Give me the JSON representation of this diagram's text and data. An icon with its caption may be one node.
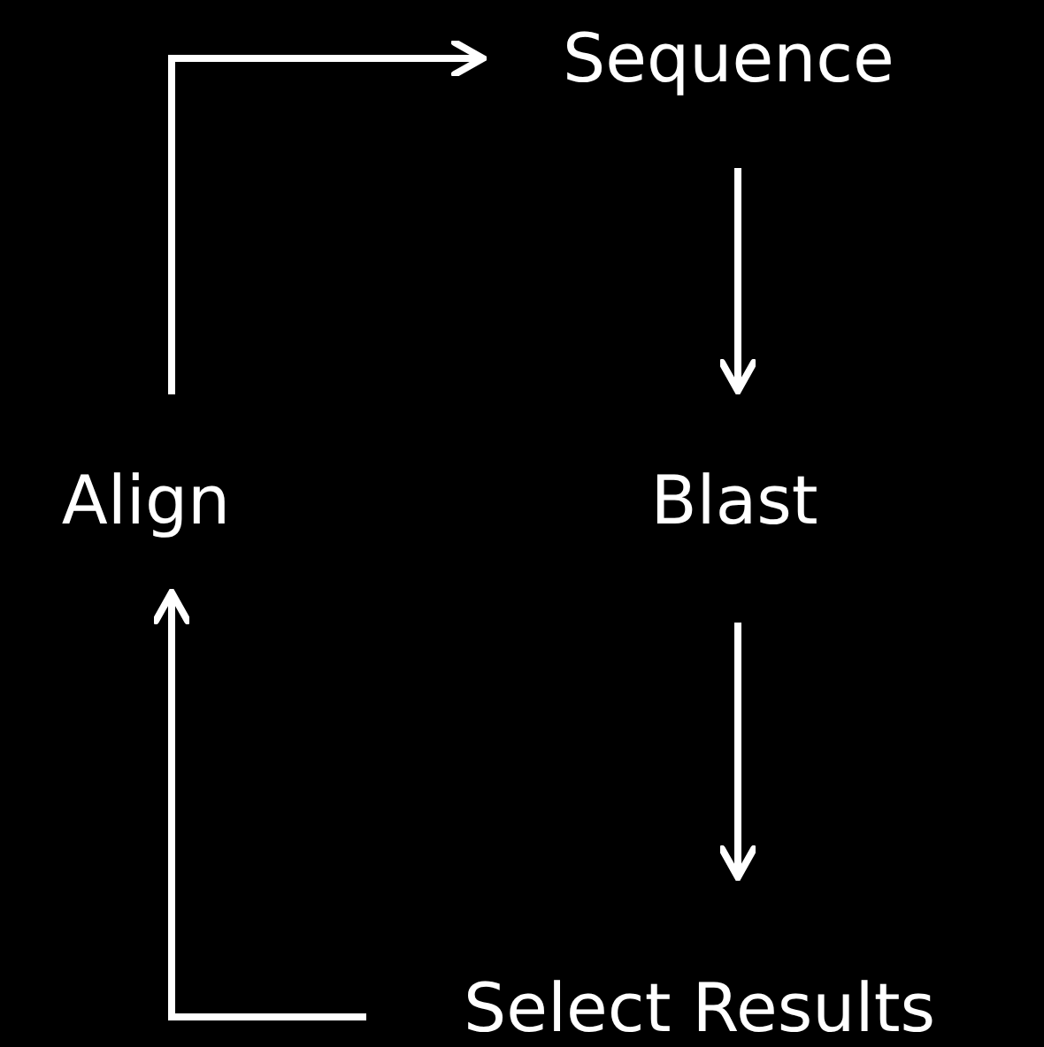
{
  "diagram": {
    "nodes": [
      {
        "text": [
          "Sequence"
        ]
      },
      {
        "text": [
          "Blast"
        ]
      },
      {
        "text": [
          "Select Results"
        ]
      },
      {
        "text": [
          "Align"
        ]
      }
    ],
    "edges": [
      {
        "from": 0,
        "to": 1,
        "arrow": "to"
      },
      {
        "from": 1,
        "to": 2,
        "arrow": "to"
      },
      {
        "from": 2,
        "to": 3,
        "arrow": "to"
      },
      {
        "from": 3,
        "to": 0,
        "arrow": "to"
      }
    ]
  }
}
